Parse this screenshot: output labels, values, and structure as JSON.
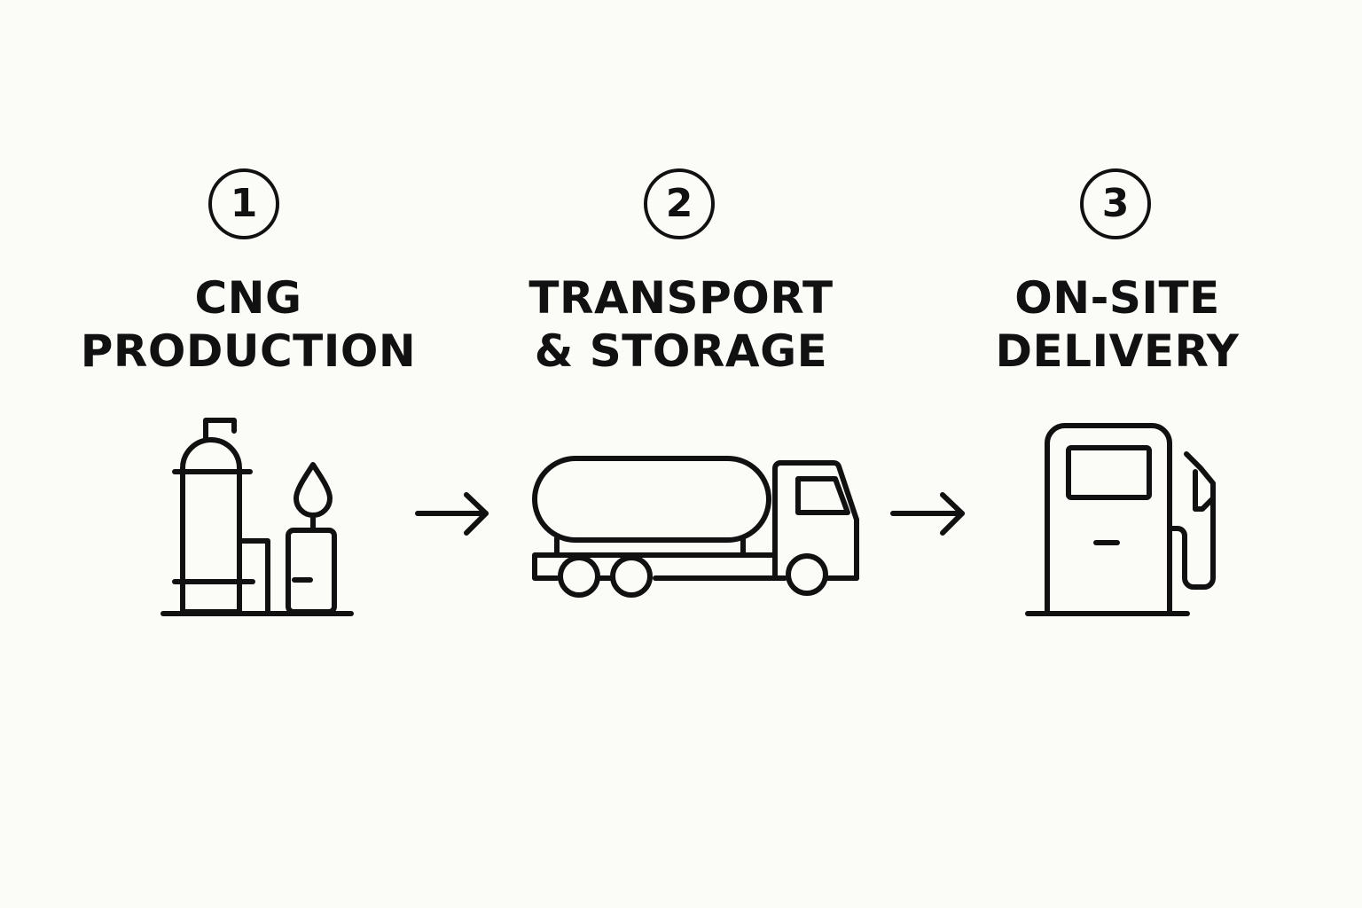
{
  "steps": [
    {
      "number": "1",
      "title_line1": "CNG",
      "title_line2": "PRODUCTION",
      "icon": "gas-production-plant-icon"
    },
    {
      "number": "2",
      "title_line1": "TRANSPORT",
      "title_line2": "& STORAGE",
      "icon": "tanker-truck-icon"
    },
    {
      "number": "3",
      "title_line1": "ON-SITE",
      "title_line2": "DELIVERY",
      "icon": "fuel-pump-icon"
    }
  ],
  "connectors": [
    "arrow-right-icon",
    "arrow-right-icon"
  ],
  "colors": {
    "background": "#fbfbf7",
    "ink": "#111111"
  }
}
